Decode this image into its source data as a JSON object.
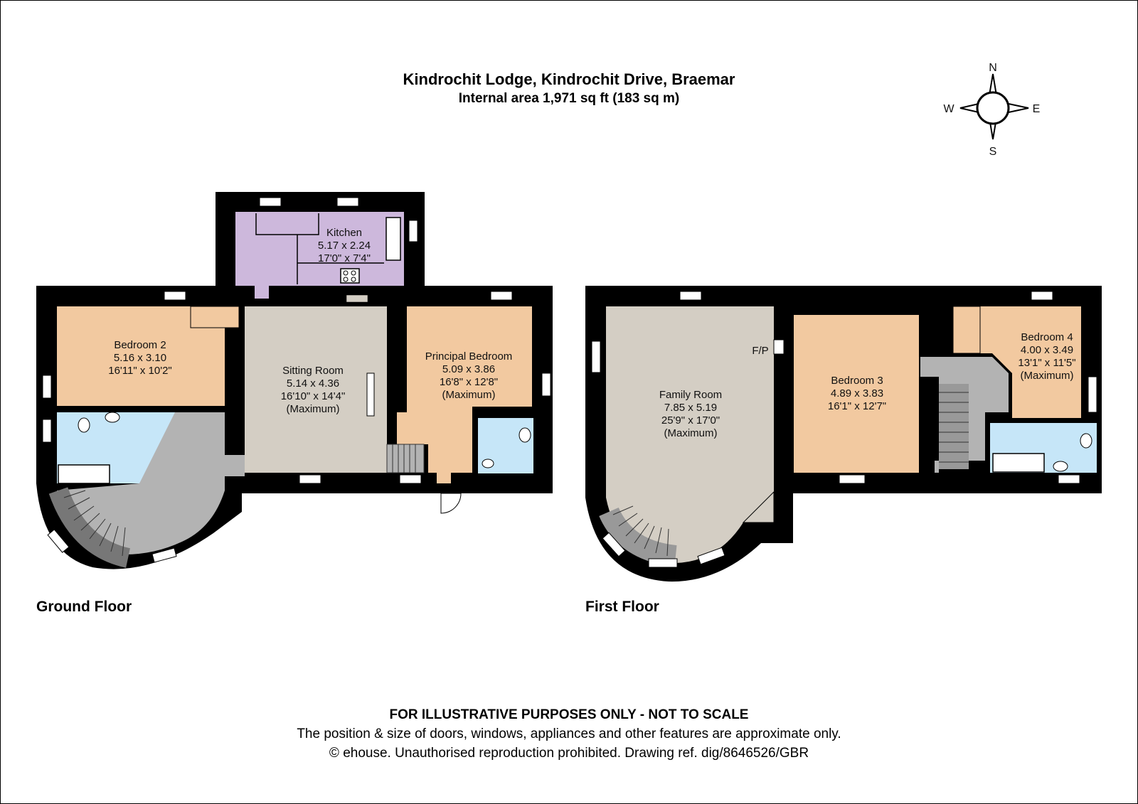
{
  "header": {
    "title": "Kindrochit Lodge, Kindrochit Drive, Braemar",
    "subtitle": "Internal area 1,971 sq ft (183 sq m)"
  },
  "compass": {
    "north": "N",
    "south": "S",
    "east": "E",
    "west": "W"
  },
  "floors": {
    "ground": {
      "label": "Ground Floor",
      "kitchen": {
        "name": "Kitchen",
        "metric": "5.17 x 2.24",
        "imperial": "17'0\" x 7'4\""
      },
      "bedroom2": {
        "name": "Bedroom 2",
        "metric": "5.16 x 3.10",
        "imperial": "16'11\" x 10'2\""
      },
      "sitting_room": {
        "name": "Sitting Room",
        "metric": "5.14 x 4.36",
        "imperial": "16'10\" x 14'4\"",
        "note": "(Maximum)"
      },
      "principal_bedroom": {
        "name": "Principal Bedroom",
        "metric": "5.09 x 3.86",
        "imperial": "16'8\" x 12'8\"",
        "note": "(Maximum)"
      }
    },
    "first": {
      "label": "First Floor",
      "family_room": {
        "name": "Family Room",
        "metric": "7.85 x 5.19",
        "imperial": "25'9\" x 17'0\"",
        "note": "(Maximum)"
      },
      "fireplace": "F/P",
      "bedroom3": {
        "name": "Bedroom 3",
        "metric": "4.89 x 3.83",
        "imperial": "16'1\" x 12'7\""
      },
      "bedroom4": {
        "name": "Bedroom 4",
        "metric": "4.00 x 3.49",
        "imperial": "13'1\" x 11'5\"",
        "note": "(Maximum)"
      }
    }
  },
  "colors": {
    "wall": "#000000",
    "bedroom": "#f2c9a0",
    "kitchen": "#cdb8dc",
    "living": "#d4cec4",
    "bathroom": "#c6e6f8",
    "circulation": "#b3b3b3"
  },
  "footer": {
    "disclaimer": "FOR ILLUSTRATIVE PURPOSES ONLY - NOT TO SCALE",
    "note": "The position & size of doors, windows, appliances and other features are approximate only.",
    "copyright": "© ehouse. Unauthorised reproduction prohibited. Drawing ref. dig/8646526/GBR"
  }
}
